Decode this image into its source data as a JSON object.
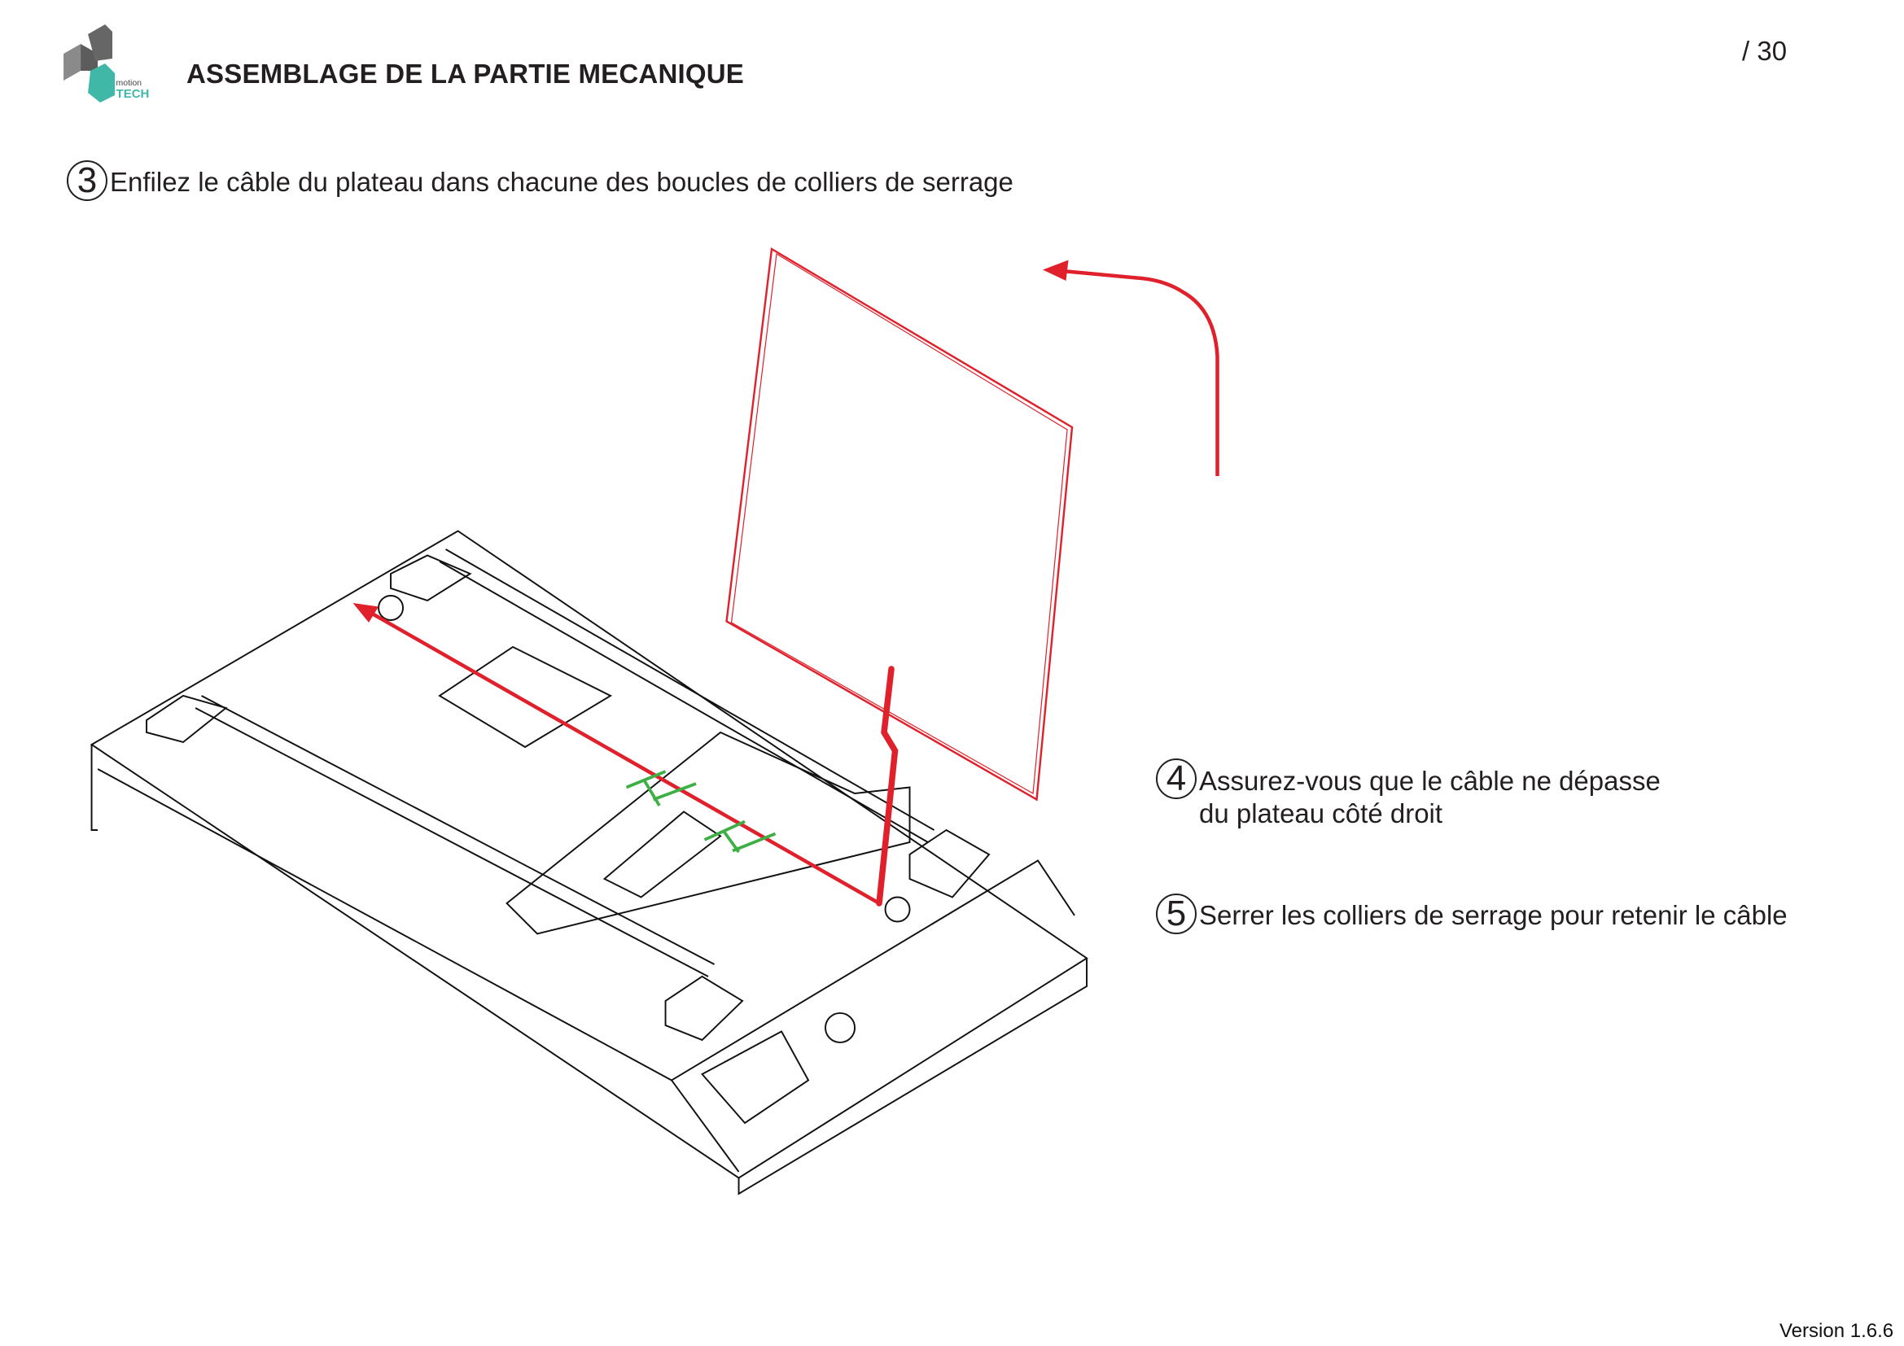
{
  "header": {
    "logo_text": "motion TECH",
    "title": "ASSEMBLAGE DE LA PARTIE MECANIQUE",
    "page_number": "/ 30"
  },
  "steps": [
    {
      "number": "3",
      "text": "Enfilez le câble du plateau dans chacune des boucles de colliers de serrage"
    },
    {
      "number": "4",
      "line1": "Assurez-vous que le câble ne dépasse",
      "line2": "du plateau côté droit"
    },
    {
      "number": "5",
      "text": "Serrer les colliers de serrage pour retenir le câble"
    }
  ],
  "footer": {
    "version": "Version 1.6.6"
  },
  "colors": {
    "accent_red": "#e0202a",
    "zip_tie_green": "#3cb044",
    "logo_teal": "#3fb8a8",
    "text": "#231f20"
  }
}
